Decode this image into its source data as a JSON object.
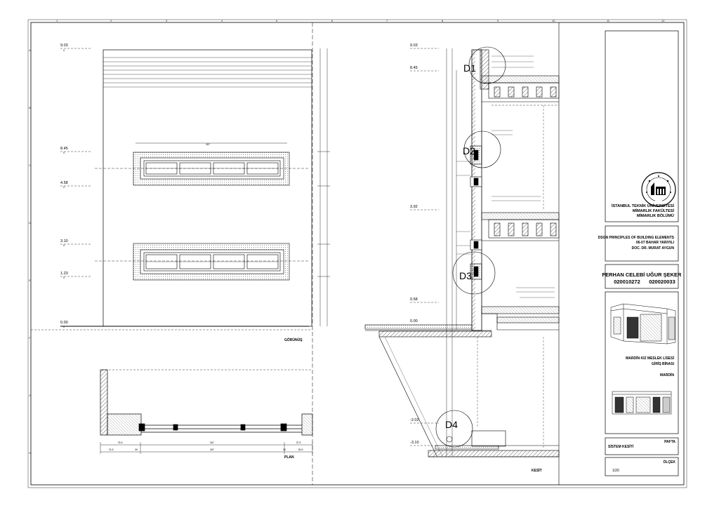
{
  "sheet": {
    "grid_numbers": [
      "1",
      "2",
      "3",
      "4",
      "5",
      "6",
      "7",
      "8",
      "9",
      "10",
      "11",
      "12"
    ],
    "grid_letters": [
      "A",
      "B",
      "C",
      "D",
      "E",
      "F",
      "G",
      "H"
    ]
  },
  "elevation_view": {
    "levels": [
      "9.03",
      "8.45",
      "4.58",
      "3.10",
      "1.23",
      "0.00"
    ],
    "level_ticks": [
      "0",
      "0",
      "0",
      "0",
      "0",
      "0"
    ],
    "title": "GÖRÜNÜŞ",
    "window_width_dim": "267"
  },
  "plan_view": {
    "title": "PLAN",
    "dims_row1": [
      "75.5",
      "267",
      "37.5"
    ],
    "dims_row2": [
      "74.5",
      "30",
      "267",
      "30",
      "26.5"
    ]
  },
  "section_view": {
    "levels": [
      "9.03",
      "8.45",
      "3.92",
      "0.58",
      "0.00",
      "-2.02",
      "-3.10"
    ],
    "details": [
      "D1",
      "D2",
      "D3",
      "D4"
    ],
    "title": "KESİT"
  },
  "title_block": {
    "university": [
      "İSTANBUL TEKNİK ÜNİVERSİTESİ",
      "MİMARLIK FAKÜLTESİ",
      "MİMARLIK BÖLÜMÜ"
    ],
    "course": [
      "DSGN PRINCIPLES OF BUILDING ELEMENTS",
      "06-07 BAHAR YARIYILI",
      "DOC. DR. MURAT AYGUN"
    ],
    "students": "FERHAN CELEBİ UĞUR ŞEKER",
    "student_ids": [
      "020010272",
      "020020033"
    ],
    "project": [
      "MARDİN KIZ MESLEK LİSESİ",
      "GİRİŞ BİNASI"
    ],
    "city": "MARDİN",
    "sheet_label": "PAFTA",
    "sheet_name": "SİSTEM KESİTİ",
    "scale_label": "ÖLÇEK",
    "scale_value": "1/20"
  }
}
